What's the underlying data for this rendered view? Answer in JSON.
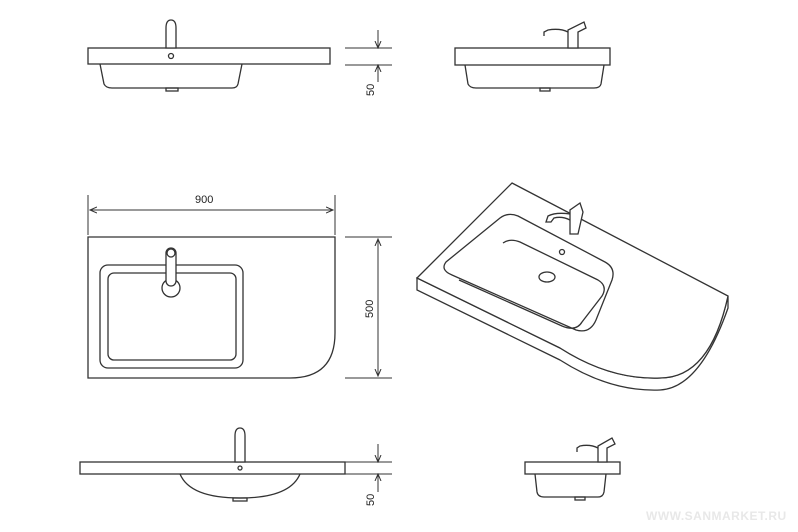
{
  "dimensions": {
    "width_label": "900",
    "depth_label": "500",
    "top_height_label": "50",
    "bottom_height_label": "50"
  },
  "watermark": "WWW.SANMARKET.RU",
  "colors": {
    "line": "#333333",
    "background": "#ffffff"
  }
}
